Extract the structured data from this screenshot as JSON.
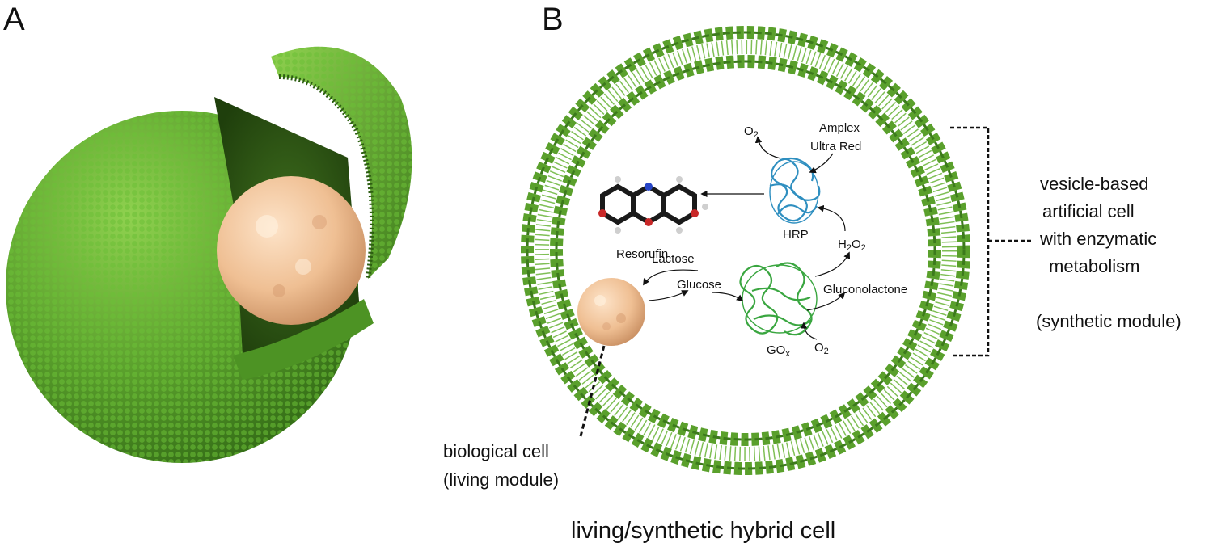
{
  "panels": {
    "a_label": "A",
    "b_label": "B"
  },
  "labels": {
    "o2_top": "O",
    "o2_top_sub": "2",
    "amplex_line1": "Amplex",
    "amplex_line2": "Ultra Red",
    "resorufin": "Resorufin",
    "hrp": "HRP",
    "h2o2_h": "H",
    "h2o2_sub1": "2",
    "h2o2_o": "O",
    "h2o2_sub2": "2",
    "lactose": "Lactose",
    "glucose": "Glucose",
    "gluconolactone": "Gluconolactone",
    "gox_main": "GO",
    "gox_sub": "x",
    "o2_bottom": "O",
    "o2_bottom_sub": "2",
    "synthetic_line1": "vesicle-based",
    "synthetic_line2": "artificial cell",
    "synthetic_line3": "with enzymatic",
    "synthetic_line4": "metabolism",
    "synthetic_line5": "(synthetic module)",
    "living_line1": "biological cell",
    "living_line2": "(living module)",
    "caption": "living/synthetic hybrid cell"
  },
  "colors": {
    "membrane_green": "#5aa02c",
    "membrane_dark": "#3c7a1c",
    "cell_peach": "#f2c7a0",
    "hrp_blue": "#2f8fc0",
    "gox_green": "#3aa640"
  }
}
